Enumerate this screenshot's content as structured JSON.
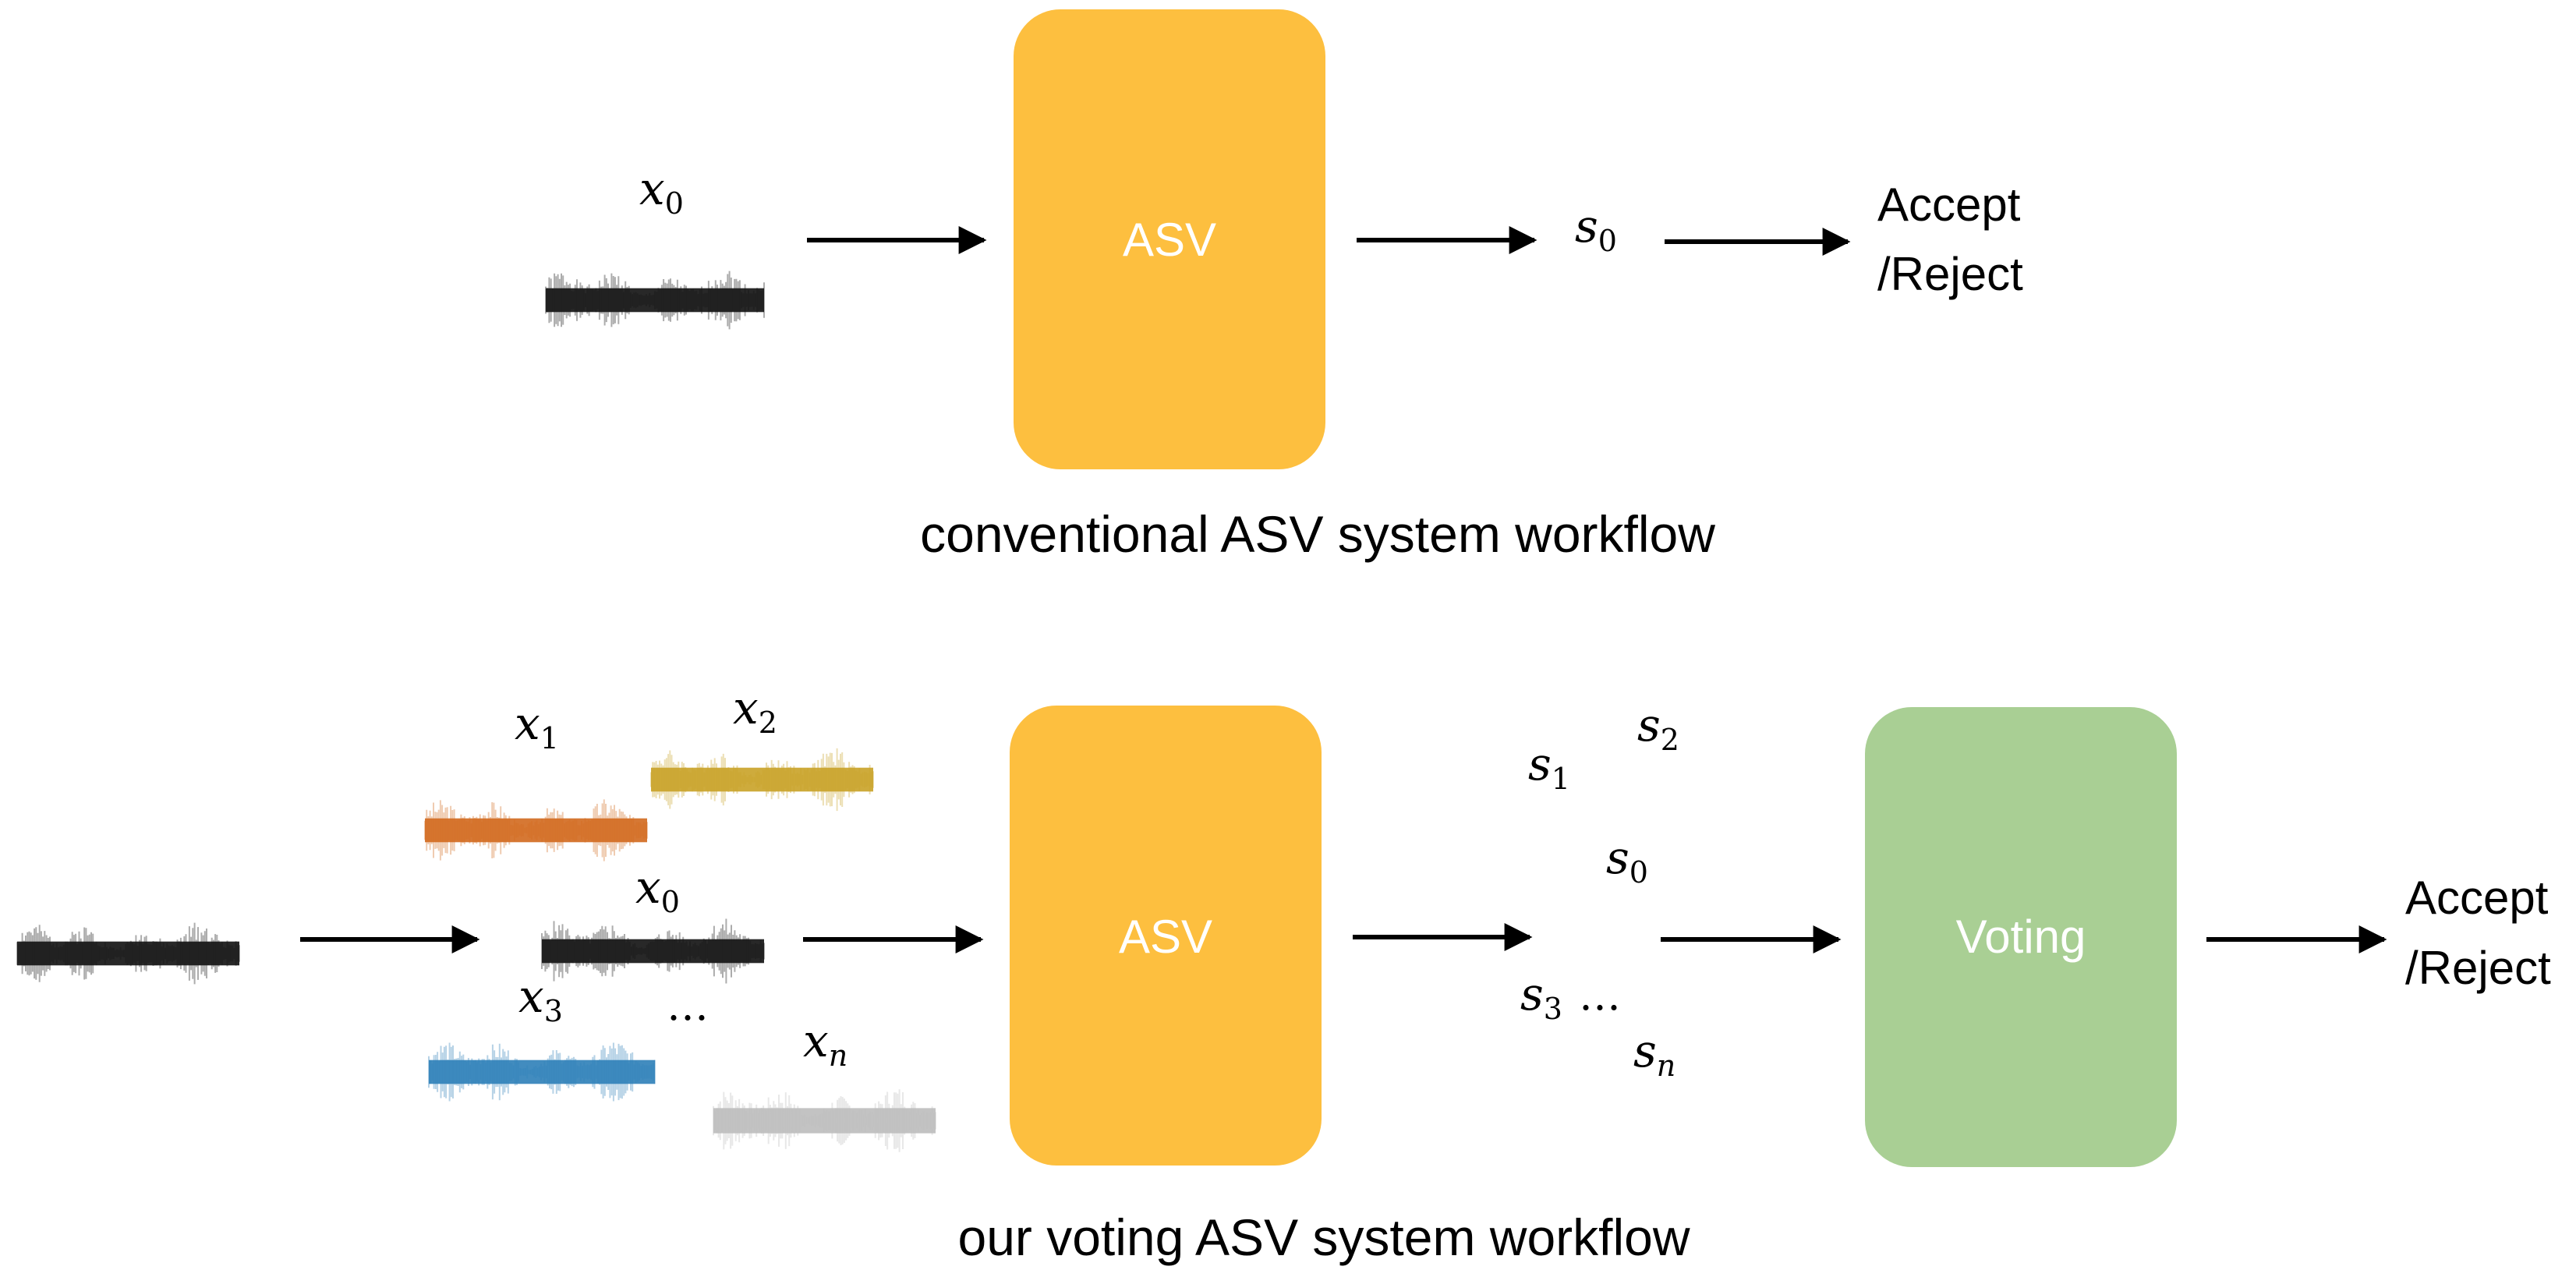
{
  "colors": {
    "asv_box": "#FDBF3F",
    "voting_box": "#A9CF94",
    "black_wave": "#111111",
    "x1_wave": "#D2691E",
    "x2_wave": "#C9A227",
    "x3_wave": "#2E7FB8",
    "xn_wave": "#BDBDBD",
    "arrow": "#000000"
  },
  "top": {
    "input_label": {
      "base": "x",
      "sub": "0"
    },
    "asv_label": "ASV",
    "score_label": {
      "base": "s",
      "sub": "0"
    },
    "decision_line1": "Accept",
    "decision_line2": "/Reject",
    "caption": "conventional ASV system workflow"
  },
  "bottom": {
    "augmented_labels": [
      {
        "base": "x",
        "sub": "1"
      },
      {
        "base": "x",
        "sub": "2"
      },
      {
        "base": "x",
        "sub": "0"
      },
      {
        "base": "x",
        "sub": "3"
      },
      {
        "base": "x",
        "sub": "n"
      }
    ],
    "augmented_ellipsis": "…",
    "asv_label": "ASV",
    "score_labels": [
      {
        "base": "s",
        "sub": "1"
      },
      {
        "base": "s",
        "sub": "2"
      },
      {
        "base": "s",
        "sub": "0"
      },
      {
        "base": "s",
        "sub": "3"
      },
      {
        "base": "s",
        "sub": "n"
      }
    ],
    "score_ellipsis": "…",
    "voting_label": "Voting",
    "decision_line1": "Accept",
    "decision_line2": "/Reject",
    "caption": "our voting ASV system workflow"
  }
}
